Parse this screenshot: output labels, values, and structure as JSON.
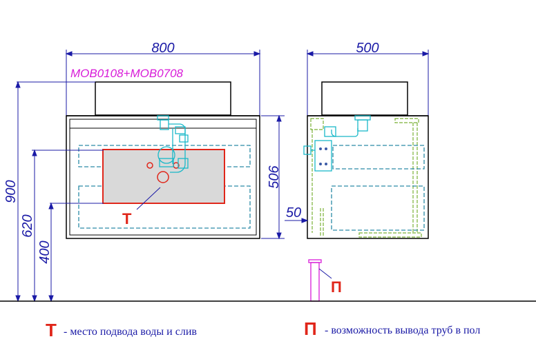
{
  "model": "MOB0108+MOB0708",
  "front": {
    "width": "800",
    "height_total": "900",
    "height_connection": "620",
    "height_drain": "400",
    "height_cabinet": "506"
  },
  "side": {
    "depth": "500",
    "offset": "50"
  },
  "markers": {
    "water": "T",
    "floor": "П"
  },
  "legend": {
    "water_mark": "T",
    "water_text": "- место подвода воды и слив",
    "floor_mark": "П",
    "floor_text": "- возможность вывода труб в пол"
  },
  "colors": {
    "outline": "#000000",
    "dimension": "#1a1aa6",
    "model": "#d81bd8",
    "zone_stroke": "#e0261a",
    "zone_fill": "#d9d9d9",
    "plumbing": "#19b8c8",
    "drawer": "#2a8aa6",
    "frame": "#7ab036",
    "floor_pipe": "#d81bd8",
    "legend_mark": "#e0261a"
  }
}
